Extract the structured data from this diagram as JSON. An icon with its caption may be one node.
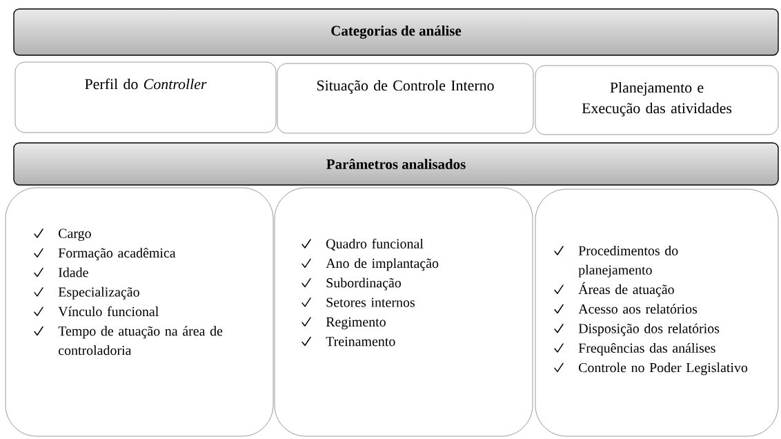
{
  "diagram": {
    "nodes": [
      {
        "text": [
          "Categorias de análise"
        ]
      },
      {
        "text": [
          "Perfil do *Controller*"
        ]
      },
      {
        "text": [
          "Situação de Controle Interno"
        ]
      },
      {
        "text": [
          "Planejamento e Execução das atividades"
        ]
      },
      {
        "text": [
          "Parâmetros analisados"
        ]
      },
      {
        "text": [
          "Cargo",
          "Formação acadêmica",
          "Idade",
          "Especialização",
          "Vínculo funcional",
          "Tempo de atuação na área de controladoria"
        ]
      },
      {
        "text": [
          "Quadro funcional",
          "Ano de implantação",
          "Subordinação",
          "Setores internos",
          "Regimento",
          "Treinamento"
        ]
      },
      {
        "text": [
          "Procedimentos do planejamento",
          "Áreas de atuação",
          "Acesso aos relatórios",
          "Disposição dos relatórios",
          "Frequências das análises",
          "Controle no Poder Legislativo"
        ]
      }
    ],
    "edges": []
  }
}
